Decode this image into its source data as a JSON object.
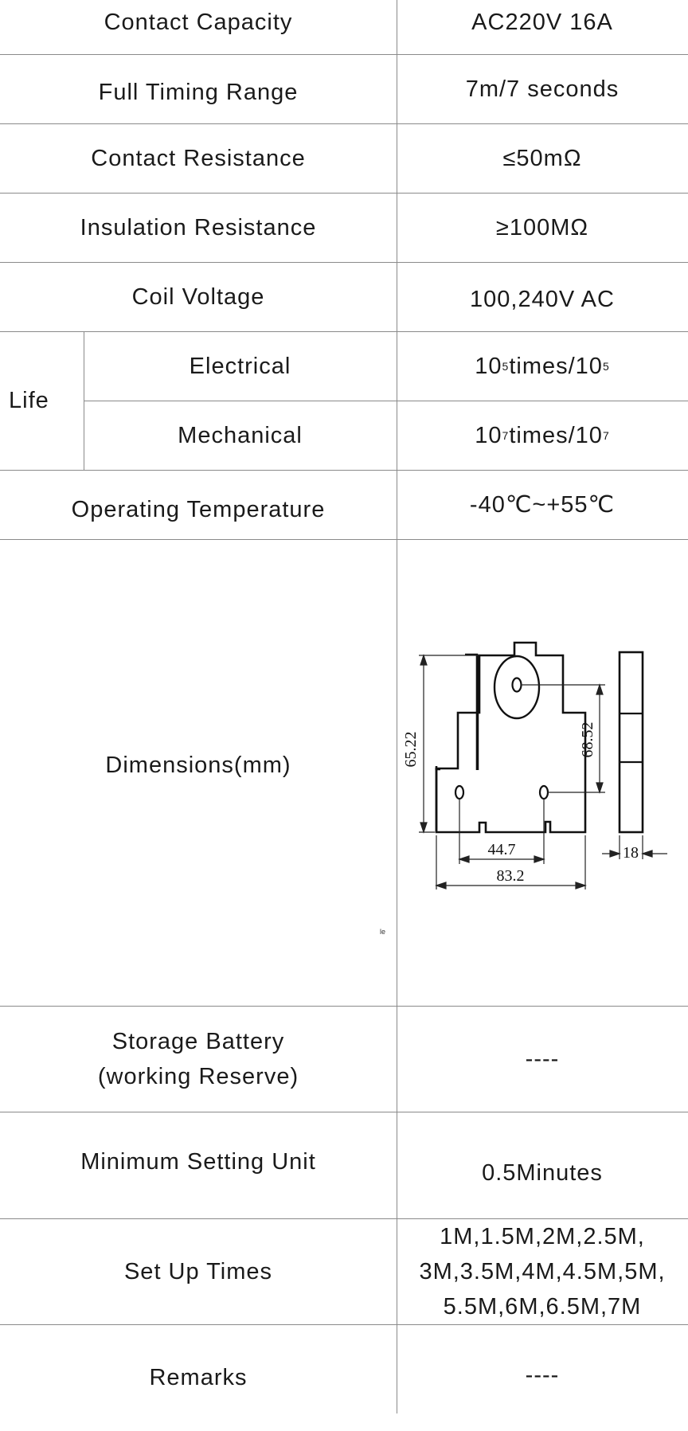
{
  "rows": {
    "contact_capacity": {
      "label": "Contact Capacity",
      "value": "AC220V 16A"
    },
    "full_timing_range": {
      "label": "Full Timing Range",
      "value": "7m/7 seconds"
    },
    "contact_resistance": {
      "label": "Contact Resistance",
      "value": "≤50mΩ"
    },
    "insulation_resistance": {
      "label": "Insulation Resistance",
      "value": "≥100MΩ"
    },
    "coil_voltage": {
      "label": "Coil Voltage",
      "value": "100,240V AC"
    },
    "life": {
      "label": "Life",
      "electrical": {
        "label": "Electrical",
        "base": "10",
        "exp": "5",
        "mid": "times/10",
        "exp2": "5"
      },
      "mechanical": {
        "label": "Mechanical",
        "base": "10",
        "exp": "7",
        "mid": "times/10",
        "exp2": "7"
      }
    },
    "operating_temperature": {
      "label": "Operating Temperature",
      "value": "-40℃~+55℃"
    },
    "dimensions": {
      "label": "Dimensions(mm)",
      "drawing": {
        "height_left": "65.22",
        "height_right": "68.52",
        "hole_span": "44.7",
        "width": "83.2",
        "depth": "18"
      },
      "stray_mark": "le"
    },
    "storage_battery": {
      "label_line1": "Storage Battery",
      "label_line2": "(working Reserve)",
      "value": "----"
    },
    "minimum_setting_unit": {
      "label": "Minimum Setting Unit",
      "value": "0.5Minutes"
    },
    "set_up_times": {
      "label": "Set Up Times",
      "value_lines": [
        "1M,1.5M,2M,2.5M,",
        "3M,3.5M,4M,4.5M,5M,",
        "5.5M,6M,6.5M,7M"
      ]
    },
    "remarks": {
      "label": "Remarks",
      "value": "----"
    }
  }
}
